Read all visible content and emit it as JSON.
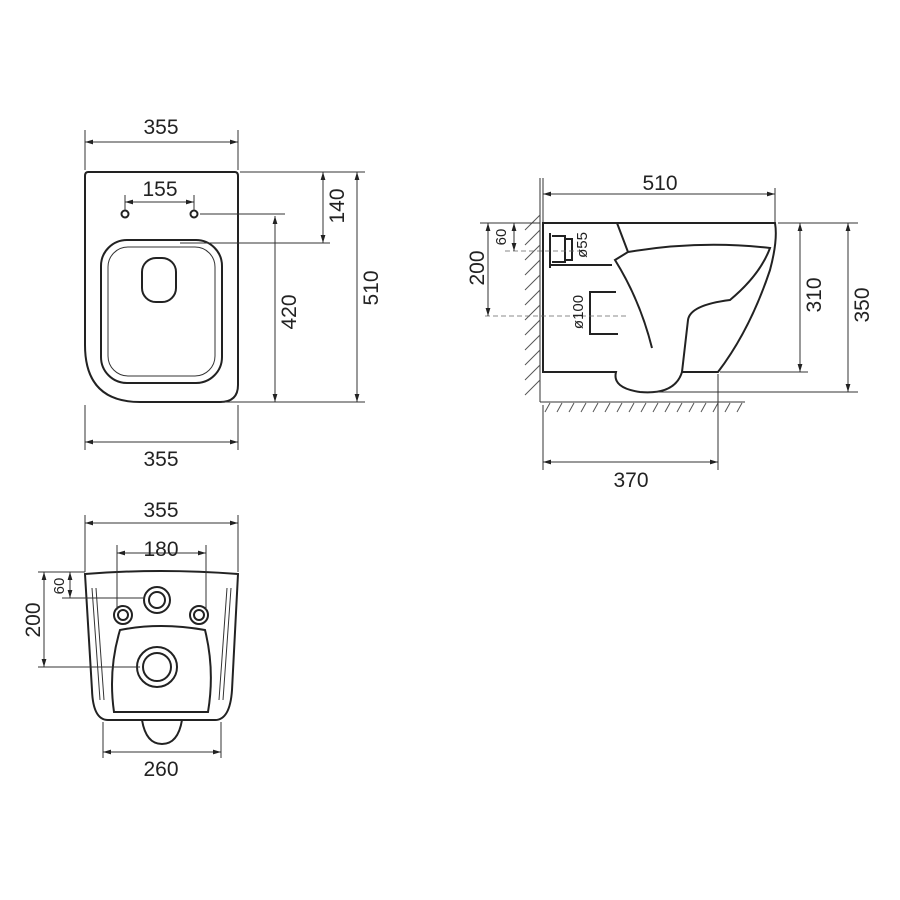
{
  "top_view": {
    "width_top": "355",
    "hole_spacing": "155",
    "hole_offset": "140",
    "seat_length": "420",
    "total_length": "510",
    "width_bottom": "355"
  },
  "side_view": {
    "length": "510",
    "inlet_offset": "60",
    "inlet_diameter": "ø55",
    "outlet_height": "200",
    "outlet_diameter": "ø100",
    "body_height": "310",
    "total_height": "350",
    "floor_projection": "370"
  },
  "back_view": {
    "width": "355",
    "hole_spacing": "180",
    "inlet_offset": "60",
    "outlet_height": "200",
    "bottom_width": "260"
  }
}
